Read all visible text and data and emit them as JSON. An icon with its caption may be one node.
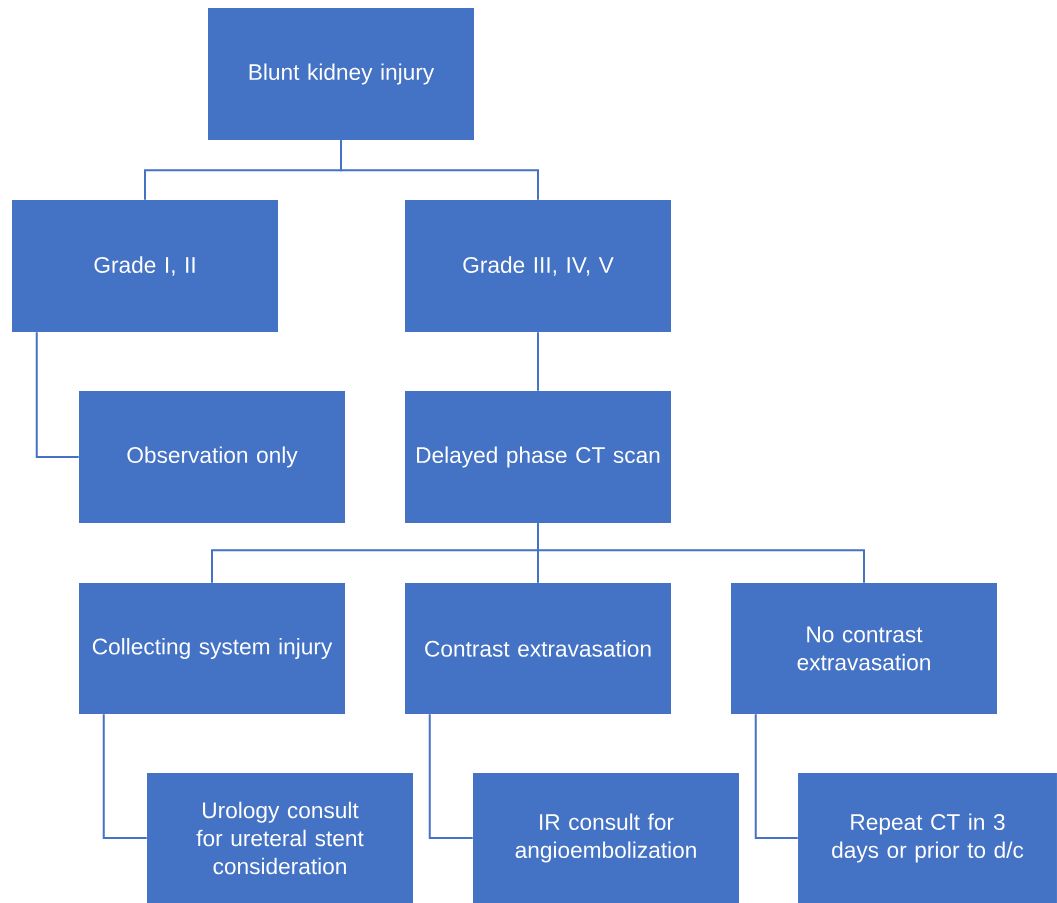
{
  "diagram": {
    "nodes": [
      {
        "text": [
          "Blunt kidney injury"
        ]
      },
      {
        "text": [
          "Grade I, II"
        ]
      },
      {
        "text": [
          "Grade III, IV, V"
        ]
      },
      {
        "text": [
          "Observation only"
        ]
      },
      {
        "text": [
          "Delayed phase CT scan"
        ]
      },
      {
        "text": [
          "Collecting system injury"
        ]
      },
      {
        "text": [
          "Contrast extravasation"
        ]
      },
      {
        "text": [
          "No contrast extravasation"
        ]
      },
      {
        "text": [
          "Urology consult for ureteral stent consideration"
        ]
      },
      {
        "text": [
          "IR consult for angioembolization"
        ]
      },
      {
        "text": [
          "Repeat CT in 3 days or prior to d/c"
        ]
      }
    ],
    "edges": [
      {
        "from": 0,
        "to": 1,
        "arrow": "none"
      },
      {
        "from": 0,
        "to": 2,
        "arrow": "none"
      },
      {
        "from": 1,
        "to": 3,
        "arrow": "none"
      },
      {
        "from": 2,
        "to": 4,
        "arrow": "none"
      },
      {
        "from": 4,
        "to": 5,
        "arrow": "none"
      },
      {
        "from": 4,
        "to": 6,
        "arrow": "none"
      },
      {
        "from": 4,
        "to": 7,
        "arrow": "none"
      },
      {
        "from": 5,
        "to": 8,
        "arrow": "none"
      },
      {
        "from": 6,
        "to": 9,
        "arrow": "none"
      },
      {
        "from": 7,
        "to": 10,
        "arrow": "none"
      }
    ]
  }
}
